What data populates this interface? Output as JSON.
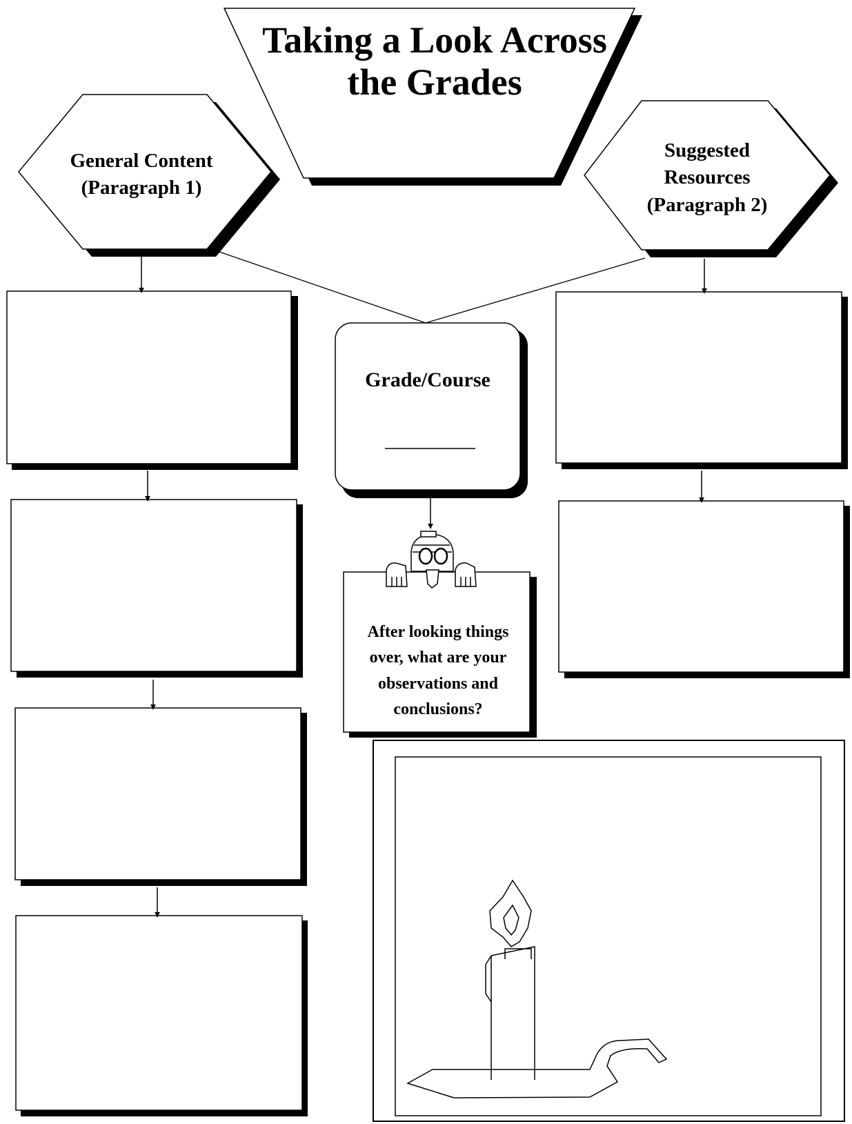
{
  "title": "Taking a Look Across the Grades",
  "general_content": {
    "label_line1": "General Content",
    "label_line2": "(Paragraph 1)"
  },
  "suggested_resources": {
    "label_line1": "Suggested",
    "label_line2": "Resources",
    "label_line3": "(Paragraph 2)"
  },
  "grade_course": {
    "label": "Grade/Course"
  },
  "observations": {
    "line1": "After looking things",
    "line2": "over, what are your",
    "line3": "observations and",
    "line4": "conclusions?"
  },
  "icons": [
    "peeking-character-icon",
    "candle-icon"
  ]
}
